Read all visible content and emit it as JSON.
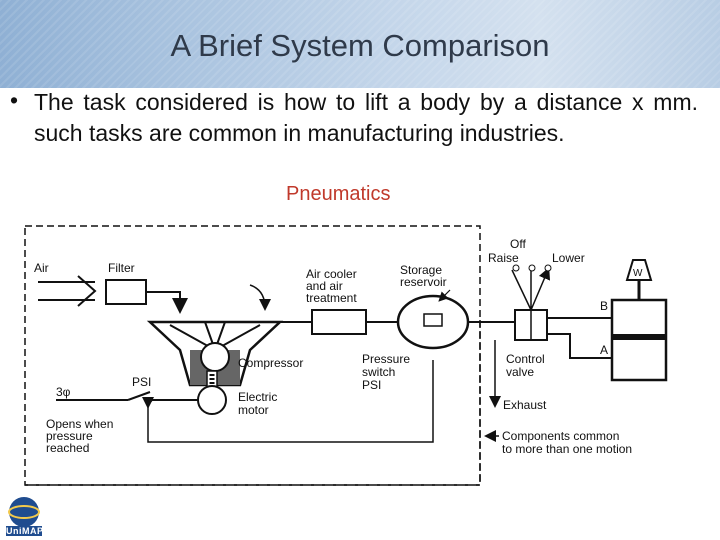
{
  "slide": {
    "title": "A Brief System Comparison",
    "bullet_symbol": "•",
    "bullet_text": "The task considered is how to lift a body by a distance x mm. such tasks are common in manufacturing industries."
  },
  "diagram": {
    "title": "Pneumatics",
    "labels": {
      "air": "Air",
      "filter": "Filter",
      "air_cooler_1": "Air cooler",
      "air_cooler_2": "and air",
      "air_cooler_3": "treatment",
      "storage_1": "Storage",
      "storage_2": "reservoir",
      "off": "Off",
      "raise": "Raise",
      "lower": "Lower",
      "w": "W",
      "b": "B",
      "a": "A",
      "compressor": "Compressor",
      "pressure_1": "Pressure",
      "pressure_2": "switch",
      "pressure_3": "PSI",
      "control_1": "Control",
      "control_2": "valve",
      "three_phase": "3φ",
      "psi": "PSI",
      "electric_1": "Electric",
      "electric_2": "motor",
      "opens_1": "Opens when",
      "opens_2": "pressure",
      "opens_3": "reached",
      "exhaust": "Exhaust",
      "components_1": "Components common",
      "components_2": "to more than one motion"
    }
  },
  "logo": {
    "text": "UniMAP"
  },
  "colors": {
    "accent_title": "#c0392b",
    "band": "#a9c3df"
  }
}
